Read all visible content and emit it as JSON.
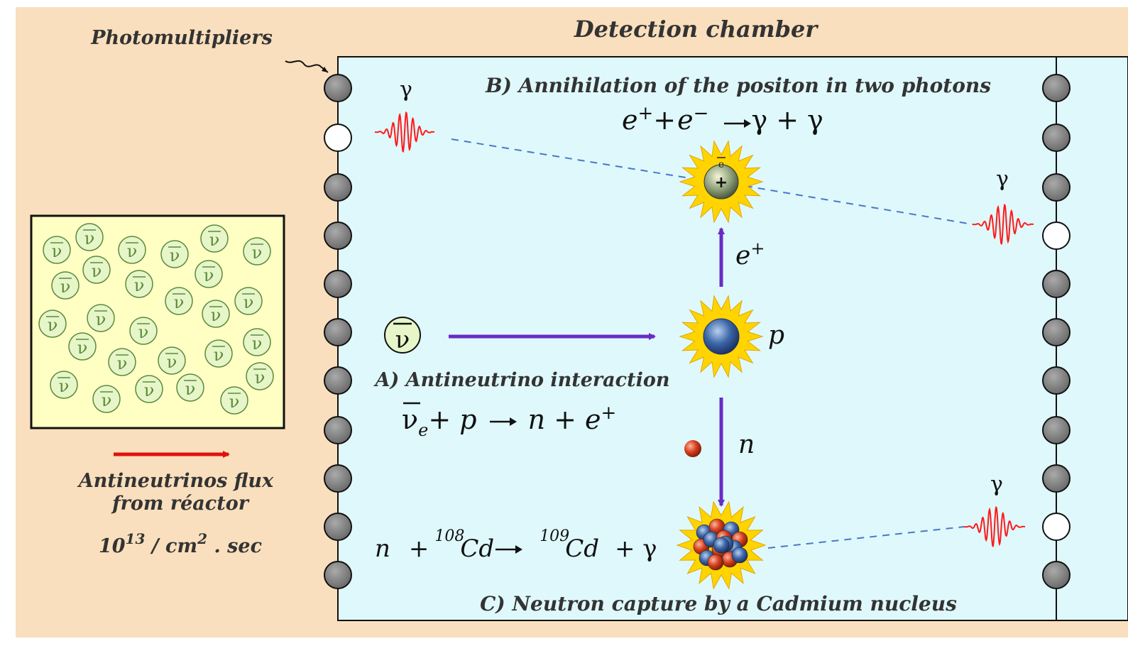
{
  "colors": {
    "page_background": "#f9dfbd",
    "chamber_fill": "#dff8fb",
    "reactor_fill": "#ffffc4",
    "antineutrino_fill": "#e6f6c8",
    "antineutrino_stroke": "#5c8a3c",
    "arrow_purple": "#6a2bc4",
    "flux_arrow_red": "#e0120c",
    "photon_red": "#ff1a1a",
    "dash_blue": "#4a78c8",
    "pmt_dark": "#777777",
    "pmt_lit": "#ffffff",
    "burst_yellow": "#ffd400",
    "proton_blue": "#3c66a8",
    "neutron_red": "#d5401e"
  },
  "labels": {
    "photomultipliers": "Photomultipliers",
    "detection_chamber": "Detection chamber",
    "annihilation_title": "B) Annihilation of the positon in two photons",
    "antineutrino_title": "A) Antineutrino interaction",
    "capture_title": "C) Neutron capture by a Cadmium nucleus",
    "flux_line1": "Antineutrinos flux",
    "flux_line2": "from réactor",
    "flux_rate_base": "10",
    "flux_rate_exp": "13",
    "flux_rate_unit": " / cm",
    "flux_rate_unit_exp": "2",
    "flux_rate_tail": " . sec"
  },
  "reactions": {
    "annihilation": {
      "e_plus": "e",
      "plus_sign": "+",
      "e_minus": "e",
      "minus_sign": "−",
      "rhs": "γ  +  γ",
      "plus": "+"
    },
    "antineutrino": {
      "nu": "ν",
      "nu_sub": "e",
      "lhs_rest": "+ p",
      "rhs": "n  +  e",
      "rhs_sup": "+"
    },
    "capture": {
      "n": "n",
      "plus1": "+",
      "mass_a": "108",
      "element_a": "Cd",
      "mass_b": "109",
      "element_b": "Cd",
      "rhs_tail": "+  γ"
    }
  },
  "particles": {
    "gamma": "γ",
    "positron": "e",
    "positron_sup": "+",
    "proton": "p",
    "neutron": "n",
    "antineutrino": "ν",
    "electron_bar_label": "e",
    "plus_in_atom": "+"
  }
}
